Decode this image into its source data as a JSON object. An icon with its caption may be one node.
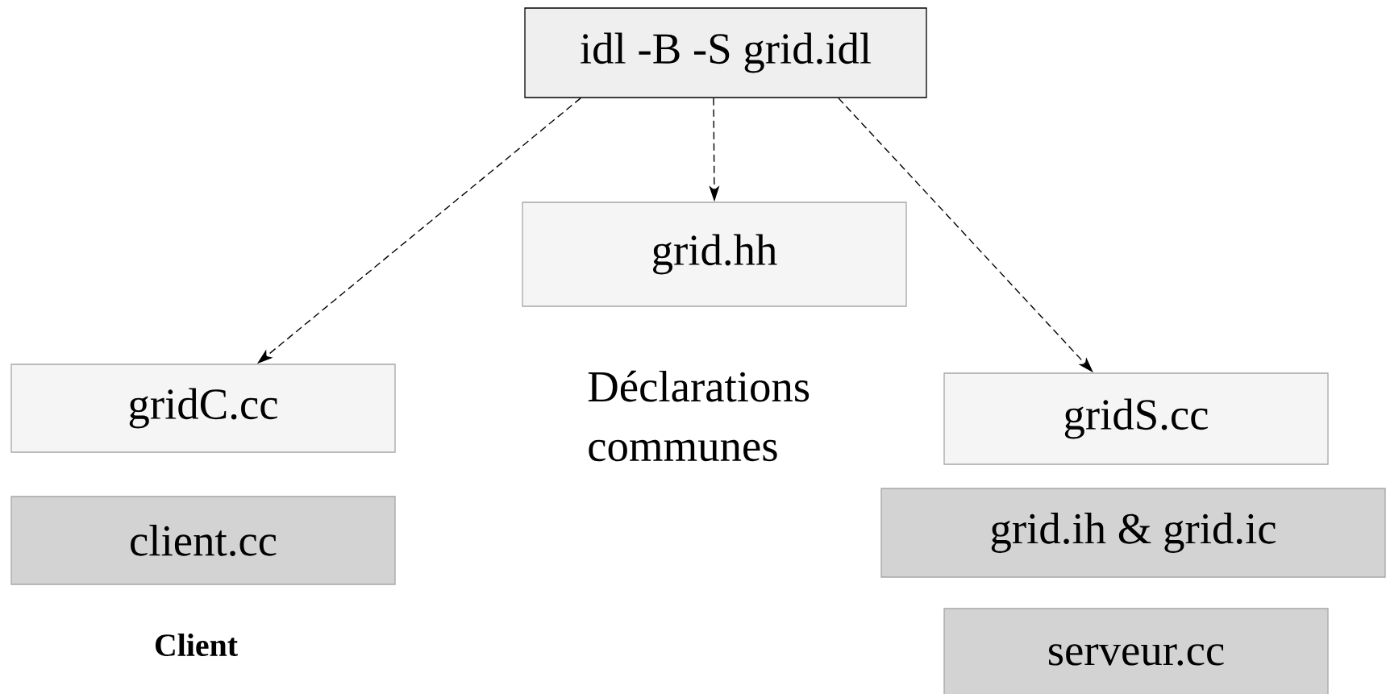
{
  "diagram": {
    "nodes": [
      {
        "text": [
          "idl -B -S grid.idl"
        ]
      },
      {
        "text": [
          "grid.hh"
        ]
      },
      {
        "text": [
          "gridC.cc"
        ]
      },
      {
        "text": [
          "client.cc"
        ]
      },
      {
        "text": [
          "gridS.cc"
        ]
      },
      {
        "text": [
          "grid.ih & grid.ic"
        ]
      },
      {
        "text": [
          "serveur.cc"
        ]
      }
    ],
    "edges": [
      {
        "from": 0,
        "to": 2,
        "arrow": "to",
        "style": "dashed"
      },
      {
        "from": 0,
        "to": 1,
        "arrow": "to",
        "style": "dashed"
      },
      {
        "from": 0,
        "to": 4,
        "arrow": "to",
        "style": "dashed"
      }
    ],
    "labels": [
      "Déclarations communes",
      "Client"
    ]
  }
}
